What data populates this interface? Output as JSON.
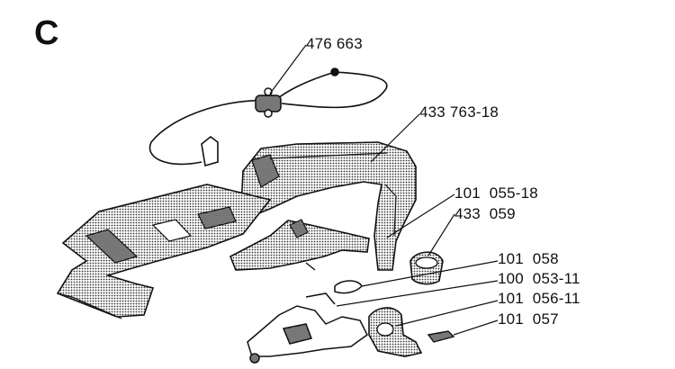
{
  "figure": {
    "section_letter": "C",
    "part_numbers": [
      {
        "id": "lbl-0",
        "number": "476 663"
      },
      {
        "id": "lbl-1",
        "number": "433 763-18"
      },
      {
        "id": "lbl-2",
        "number": "101  055-18"
      },
      {
        "id": "lbl-3",
        "number": "433  059"
      },
      {
        "id": "lbl-4",
        "number": "101  058"
      },
      {
        "id": "lbl-5",
        "number": "100  053-11"
      },
      {
        "id": "lbl-6",
        "number": "101  056-11"
      },
      {
        "id": "lbl-7",
        "number": "101  057"
      }
    ]
  }
}
